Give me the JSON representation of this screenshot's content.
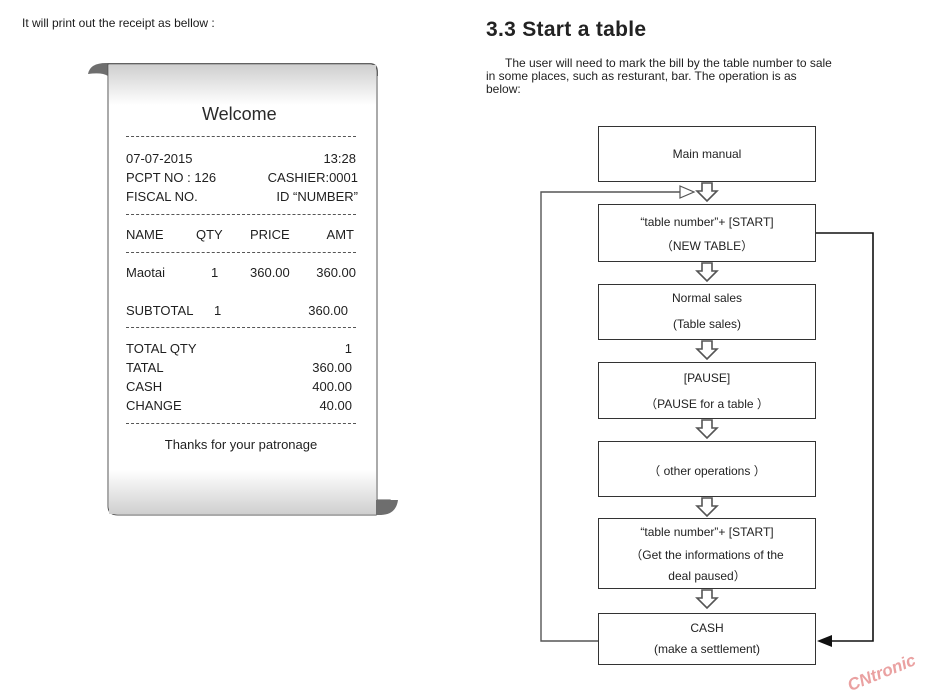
{
  "left": {
    "intro": "It will print out the receipt as bellow :"
  },
  "receipt": {
    "title": "Welcome",
    "dash": "- - - - - - - - - - - - - - - - - - - -",
    "date": "07-07-2015",
    "time": "13:28",
    "pcpt": "PCPT NO : 126",
    "cashier": "CASHIER:0001",
    "fiscal": "FISCAL NO.",
    "fiscal_id": "ID “NUMBER”",
    "col_name": "NAME",
    "col_qty": "QTY",
    "col_price": "PRICE",
    "col_amt": "AMT",
    "item_name": "Maotai",
    "item_qty": "1",
    "item_price": "360.00",
    "item_amt": "360.00",
    "subtotal_label": "SUBTOTAL",
    "subtotal_qty": "1",
    "subtotal_value": "360.00",
    "total_qty_label": "TOTAL  QTY",
    "total_qty_value": "1",
    "tatal_label": "TATAL",
    "tatal_value": "360.00",
    "cash_label": "CASH",
    "cash_value": "400.00",
    "change_label": "CHANGE",
    "change_value": "40.00",
    "footer": "Thanks for your patronage"
  },
  "section": {
    "heading": "3.3 Start a table",
    "para_line1": "The user will need to mark the bill by the table number to sale",
    "para_line2": "in some places, such as resturant, bar. The operation is as",
    "para_line3": "below:"
  },
  "flow": {
    "main": "Main manual",
    "start1_l1": "“table number”+ [START]",
    "start1_l2": "（NEW TABLE）",
    "normal_l1": "Normal sales",
    "normal_l2": "(Table sales)",
    "pause_l1": "[PAUSE]",
    "pause_l2": "（PAUSE for a table ）",
    "other": "（ other operations ）",
    "start2_l1": "“table number”+ [START]",
    "start2_l2": "（Get the informations of the",
    "start2_l3": "deal paused）",
    "cash_l1": "CASH",
    "cash_l2": "(make a settlement)"
  },
  "watermark": {
    "text": "CNtronic"
  },
  "colors": {
    "text": "#1a1a1a",
    "line": "#333333",
    "arrow_outline": "#555555",
    "receipt_shade": "#d9d9d9",
    "watermark": "#e58a8a"
  }
}
